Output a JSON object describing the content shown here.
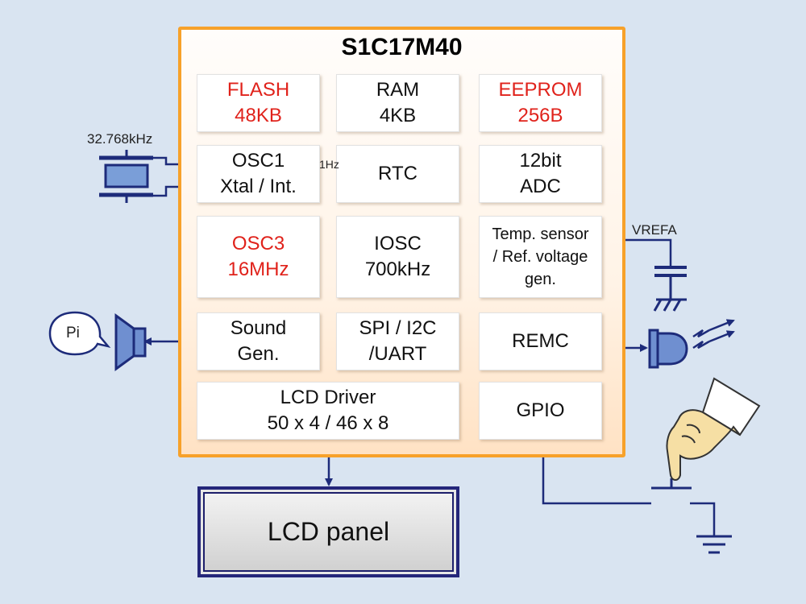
{
  "chip": {
    "name": "S1C17M40"
  },
  "blocks": {
    "flash": {
      "l1": "FLASH",
      "l2": "48KB"
    },
    "ram": {
      "l1": "RAM",
      "l2": "4KB"
    },
    "eeprom": {
      "l1": "EEPROM",
      "l2": "256B"
    },
    "osc1": {
      "l1": "OSC1",
      "l2": "Xtal / Int."
    },
    "rtc": {
      "l1": "RTC"
    },
    "adc": {
      "l1": "12bit",
      "l2": "ADC"
    },
    "osc3": {
      "l1": "OSC3",
      "l2": "16MHz"
    },
    "iosc": {
      "l1": "IOSC",
      "l2": "700kHz"
    },
    "temp": {
      "l1": "Temp. sensor",
      "l2": "/ Ref. voltage",
      "l3": "gen."
    },
    "sound": {
      "l1": "Sound",
      "l2": "Gen."
    },
    "spi": {
      "l1": "SPI / I2C",
      "l2": "/UART"
    },
    "remc": {
      "l1": "REMC"
    },
    "lcd_driver": {
      "l1": "LCD Driver",
      "l2": "50 x 4 / 46 x 8"
    },
    "gpio": {
      "l1": "GPIO"
    }
  },
  "labels": {
    "crystal_freq": "32.768kHz",
    "rtc_clock": "1Hz",
    "vrefa": "VREFA",
    "speaker_bubble": "Pi"
  },
  "lcd_panel": "LCD panel",
  "colors": {
    "background": "#d9e4f1",
    "chip_border": "#f7a12a",
    "highlight_text": "#e0221b",
    "wire": "#1d2b7a"
  }
}
